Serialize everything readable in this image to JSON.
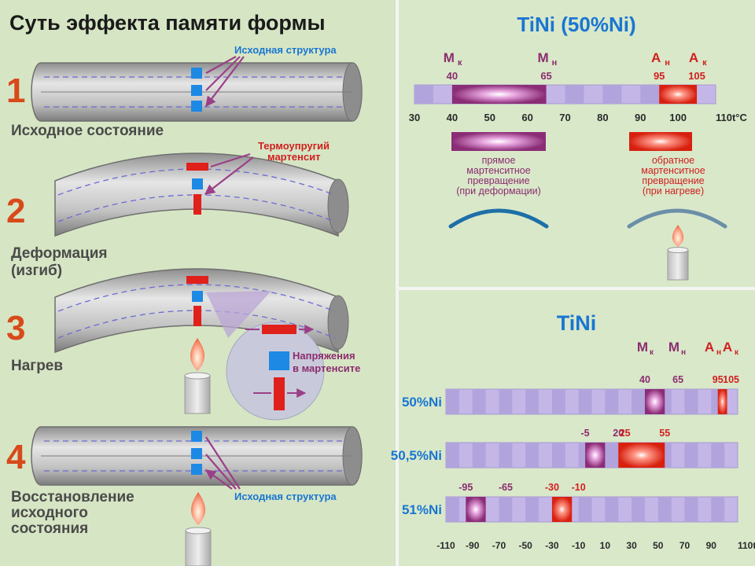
{
  "left": {
    "title": "Суть эффекта памяти формы",
    "steps": [
      {
        "number": "1",
        "label_lines": [
          "Исходное состояние"
        ]
      },
      {
        "number": "2",
        "label_lines": [
          "Деформация",
          "(изгиб)"
        ]
      },
      {
        "number": "3",
        "label_lines": [
          "Нагрев"
        ]
      },
      {
        "number": "4",
        "label_lines": [
          "Восстановление",
          "исходного",
          "состояния"
        ]
      }
    ],
    "callouts": {
      "initial_structure_top": "Исходная структура",
      "thermoelastic_martensite": [
        "Термоупругий",
        "мартенсит"
      ],
      "martensite_stress": [
        "Напряжения",
        "в мартенсите"
      ],
      "initial_structure_bottom": "Исходная структура"
    }
  },
  "top_right": {
    "title": "TiNi (50%Ni)",
    "markers": [
      {
        "symbol": "М",
        "sub": "к",
        "value": "40",
        "color": "#8b2c6f"
      },
      {
        "symbol": "М",
        "sub": "н",
        "value": "65",
        "color": "#8b2c6f"
      },
      {
        "symbol": "А",
        "sub": "н",
        "value": "95",
        "color": "#d02020"
      },
      {
        "symbol": "А",
        "sub": "к",
        "value": "105",
        "color": "#d02020"
      }
    ],
    "scale": {
      "min": 30,
      "max": 110,
      "ticks": [
        "30",
        "40",
        "50",
        "60",
        "70",
        "80",
        "90",
        "100",
        "110t°C"
      ]
    },
    "bands": [
      {
        "from": 40,
        "to": 65,
        "kind": "forward"
      },
      {
        "from": 95,
        "to": 105,
        "kind": "reverse"
      }
    ],
    "legend": {
      "forward": [
        "прямое",
        "мартенситное",
        "превращение",
        "(при деформации)"
      ],
      "reverse": [
        "обратное",
        "мартенситное",
        "превращение",
        "(при нагреве)"
      ]
    }
  },
  "bottom_right": {
    "title": "TiNi",
    "header_markers": [
      {
        "symbol": "М",
        "sub": "к",
        "color": "#8b2c6f"
      },
      {
        "symbol": "М",
        "sub": "н",
        "color": "#8b2c6f"
      },
      {
        "symbol": "А",
        "sub": "н",
        "color": "#d02020"
      },
      {
        "symbol": "А",
        "sub": "к",
        "color": "#d02020"
      }
    ],
    "scale": {
      "min": -110,
      "max": 110,
      "ticks": [
        "-110",
        "-90",
        "-70",
        "-50",
        "-30",
        "-10",
        "10",
        "30",
        "50",
        "70",
        "90",
        "110t°C"
      ]
    },
    "alloys": [
      {
        "name": "50%Ni",
        "values": [
          {
            "t": 40,
            "text": "40",
            "color": "#8b2c6f"
          },
          {
            "t": 65,
            "text": "65",
            "color": "#8b2c6f"
          },
          {
            "t": 95,
            "text": "95",
            "color": "#d02020"
          },
          {
            "t": 105,
            "text": "105",
            "color": "#d02020"
          }
        ],
        "bands": [
          {
            "from": 40,
            "to": 55,
            "kind": "forward"
          },
          {
            "from": 95,
            "to": 102,
            "kind": "reverse"
          }
        ]
      },
      {
        "name": "50,5%Ni",
        "values": [
          {
            "t": -5,
            "text": "-5",
            "color": "#8b2c6f"
          },
          {
            "t": 20,
            "text": "20",
            "color": "#8b2c6f"
          },
          {
            "t": 25,
            "text": "25",
            "color": "#d02020"
          },
          {
            "t": 55,
            "text": "55",
            "color": "#d02020"
          }
        ],
        "bands": [
          {
            "from": -5,
            "to": 10,
            "kind": "forward"
          },
          {
            "from": 20,
            "to": 55,
            "kind": "reverse"
          }
        ]
      },
      {
        "name": "51%Ni",
        "values": [
          {
            "t": -95,
            "text": "-95",
            "color": "#8b2c6f"
          },
          {
            "t": -65,
            "text": "-65",
            "color": "#8b2c6f"
          },
          {
            "t": -30,
            "text": "-30",
            "color": "#d02020"
          },
          {
            "t": -10,
            "text": "-10",
            "color": "#d02020"
          }
        ],
        "bands": [
          {
            "from": -95,
            "to": -80,
            "kind": "forward"
          },
          {
            "from": -30,
            "to": -15,
            "kind": "reverse"
          }
        ]
      }
    ]
  }
}
